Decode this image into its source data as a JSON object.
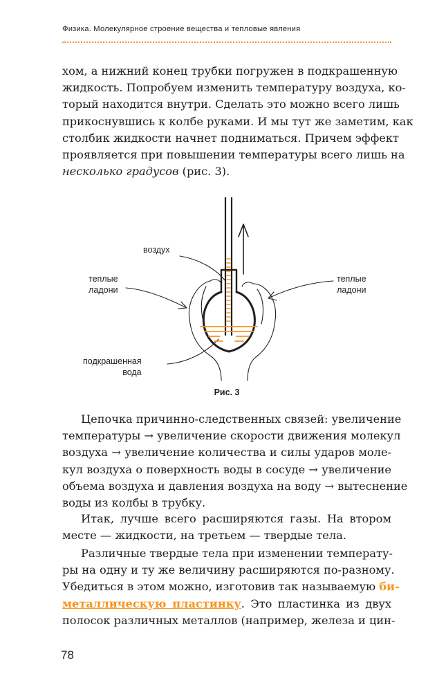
{
  "header": {
    "running_title": "Физика. Молекулярное строение вещества и тепловые явления"
  },
  "paragraph_top": {
    "lines": [
      "хом, а нижний конец трубки погружен в подкрашенную",
      "жидкость. Попробуем изменить температуру воздуха, ко-",
      "торый находится внутри. Сделать это можно всего лишь",
      "прикоснувшись к колбе руками. И мы тут же заметим, как",
      "столбик жидкости начнет подниматься. Причем эффект",
      "проявляется при повышении температуры всего лишь на"
    ],
    "last_line_italic": "несколько градусов",
    "last_line_rest": " (рис. 3)."
  },
  "figure": {
    "label_air": "воздух",
    "label_warm_left": "теплые\nладони",
    "label_warm_right": "теплые\nладони",
    "label_water": "подкрашенная\nвода",
    "caption": "Рис. 3",
    "colors": {
      "liquid": "#f7941d",
      "ink": "#231f20"
    }
  },
  "paragraph_chain": {
    "lines": [
      "Цепочка причинно-следственных связей: увеличение",
      "температуры → увеличение скорости движения молекул",
      "воздуха → увеличение количества и силы ударов моле-",
      "кул воздуха о поверхность воды в сосуде → увеличение",
      "объема воздуха и давления воздуха на воду → вытеснение",
      "воды из колбы в трубку."
    ]
  },
  "paragraph_gases": {
    "lines": [
      "Итак, лучше всего расширяются газы. На втором",
      "месте — жидкости, на третьем — твердые тела."
    ]
  },
  "paragraph_solids": {
    "lines": [
      "Различные твердые тела при изменении температу-",
      "ры на одну и ту же величину расширяются по-разному.",
      "полосок различных металлов (например, железа и цин-"
    ],
    "line3_before": "Убедиться в этом можно, изготовив так называемую ",
    "line3_highlight": "би-",
    "line4_highlight": "металлическую пластинку",
    "line4_rest": ". Это пластинка из двух",
    "highlight_color": "#f7941d"
  },
  "footer": {
    "page_number": "78"
  }
}
